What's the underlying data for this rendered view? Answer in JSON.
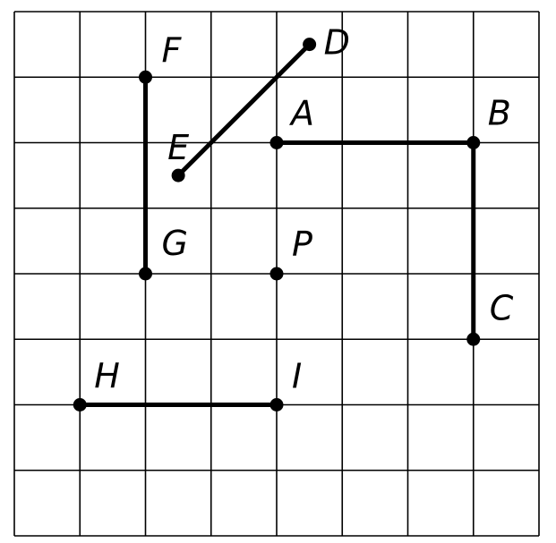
{
  "diagram": {
    "grid": {
      "columns": 8,
      "rows": 8,
      "line_color": "#000000"
    },
    "colors": {
      "stroke": "#000000",
      "point": "#000000",
      "background": "#ffffff"
    },
    "points": [
      {
        "id": "A",
        "label": "A",
        "gx": 4,
        "gy": 2
      },
      {
        "id": "B",
        "label": "B",
        "gx": 7,
        "gy": 2
      },
      {
        "id": "C",
        "label": "C",
        "gx": 7,
        "gy": 5
      },
      {
        "id": "D",
        "label": "D",
        "gx": 4.5,
        "gy": 0.5
      },
      {
        "id": "E",
        "label": "E",
        "gx": 2.5,
        "gy": 2.5
      },
      {
        "id": "F",
        "label": "F",
        "gx": 2,
        "gy": 1
      },
      {
        "id": "G",
        "label": "G",
        "gx": 2,
        "gy": 4
      },
      {
        "id": "P",
        "label": "P",
        "gx": 4,
        "gy": 4
      },
      {
        "id": "H",
        "label": "H",
        "gx": 1,
        "gy": 6
      },
      {
        "id": "I",
        "label": "I",
        "gx": 4,
        "gy": 6
      }
    ],
    "segments": [
      {
        "id": "AB",
        "from": "A",
        "to": "B"
      },
      {
        "id": "BC",
        "from": "B",
        "to": "C"
      },
      {
        "id": "ED",
        "from": "E",
        "to": "D"
      },
      {
        "id": "FG",
        "from": "F",
        "to": "G"
      },
      {
        "id": "HI",
        "from": "H",
        "to": "I"
      }
    ]
  }
}
